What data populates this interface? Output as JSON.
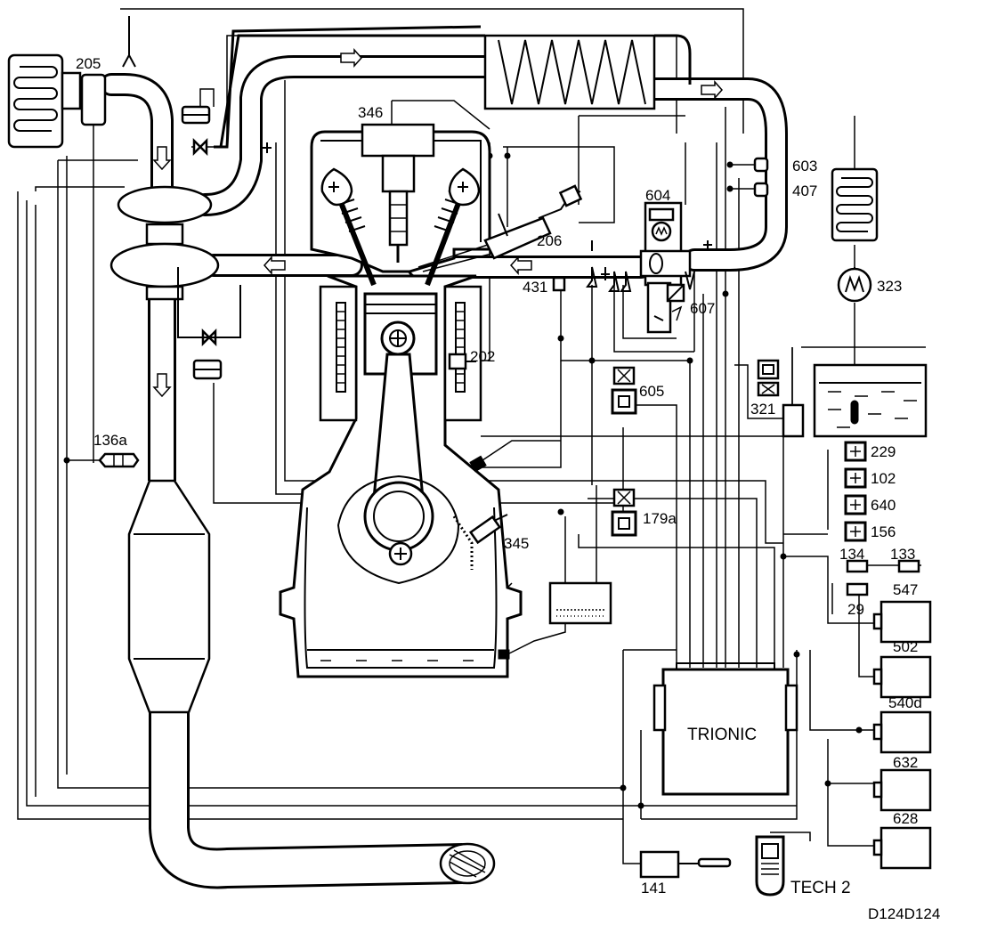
{
  "diagram": {
    "labels": {
      "l205": "205",
      "l346": "346",
      "l604": "604",
      "l603": "603",
      "l407": "407",
      "l206": "206",
      "l431": "431",
      "l607": "607",
      "l323": "323",
      "l202": "202",
      "l605": "605",
      "l321": "321",
      "l136a": "136a",
      "l229": "229",
      "l102": "102",
      "l640": "640",
      "l156": "156",
      "l134": "134",
      "l133": "133",
      "l29": "29",
      "l547": "547",
      "l179a": "179a",
      "l345": "345",
      "l502": "502",
      "l540d": "540d",
      "l632": "632",
      "l628": "628",
      "l141": "141",
      "tech2": "TECH 2",
      "trionic": "TRIONIC",
      "code": "D124D124"
    }
  }
}
